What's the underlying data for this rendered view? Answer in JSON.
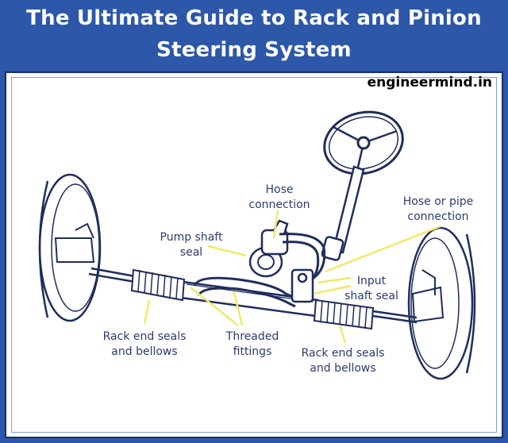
{
  "header": {
    "title_line1": "The Ultimate Guide to Rack and Pinion",
    "title_line2": "Steering System"
  },
  "watermark": "engineermind.in",
  "labels": {
    "hose_connection": [
      "Hose",
      "connection"
    ],
    "hose_pipe_connection": [
      "Hose or pipe",
      "connection"
    ],
    "pump_shaft_seal": [
      "Pump shaft",
      "seal"
    ],
    "input_shaft_seal": [
      "Input",
      "shaft seal"
    ],
    "rack_end_left": [
      "Rack end seals",
      "and bellows"
    ],
    "threaded_fittings": [
      "Threaded",
      "fittings"
    ],
    "rack_end_right": [
      "Rack end seals",
      "and bellows"
    ]
  },
  "colors": {
    "header_bg": "#2d57a8",
    "leader_line": "#f2e86a",
    "diagram_stroke": "#1f2d5c",
    "label_text": "#2d3a73"
  }
}
